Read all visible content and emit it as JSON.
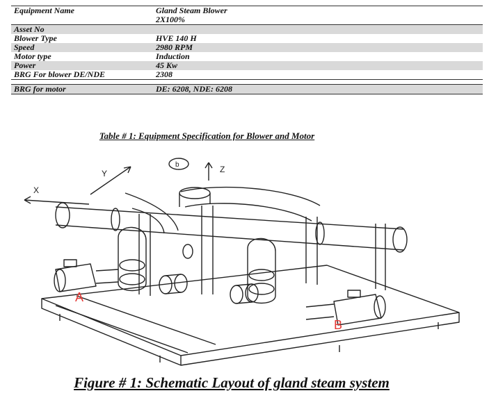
{
  "table": {
    "rows": [
      {
        "label": "Equipment Name",
        "value": "Gland Steam Blower",
        "value2": "2X100%"
      },
      {
        "label": "Asset No",
        "value": ""
      },
      {
        "label": "Blower Type",
        "value": "HVE 140 H"
      },
      {
        "label": "Speed",
        "value": "2980 RPM"
      },
      {
        "label": "Motor type",
        "value": "Induction"
      },
      {
        "label": "Power",
        "value": "45 Kw"
      },
      {
        "label": "BRG For blower DE/NDE",
        "value": "2308"
      },
      {
        "label": "BRG for motor",
        "value": "DE: 6208, NDE: 6208"
      }
    ],
    "caption": "Table # 1: Equipment Specification for Blower and Motor"
  },
  "figure": {
    "axis_labels": {
      "x": "X",
      "y": "Y",
      "z": "Z",
      "view": "b"
    },
    "unit_labels": {
      "a": "A",
      "b": "B"
    },
    "colors": {
      "line": "#222222",
      "marker": "#e53935"
    },
    "caption": "Figure # 1: Schematic Layout of gland steam system"
  }
}
